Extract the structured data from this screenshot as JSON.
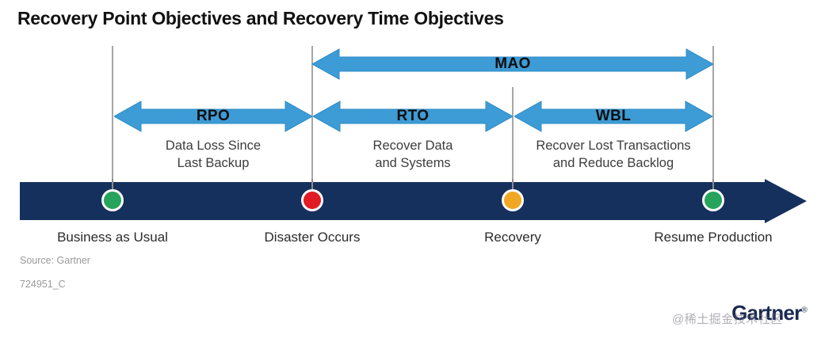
{
  "title": "Recovery Point Objectives and Recovery Time Objectives",
  "colors": {
    "arrow_blue": "#3d9bd5",
    "arrow_blue_edge": "#2f8cc6",
    "timeline_navy": "#15305c",
    "dot_green": "#27a35b",
    "dot_red": "#e01b24",
    "dot_orange": "#f0a824",
    "guide_gray": "#a6a6a6",
    "title_black": "#111111",
    "footnote_gray": "#9a9a9a",
    "logo_navy": "#1b2a52"
  },
  "bands": [
    {
      "key": "mao",
      "label": "MAO",
      "caption": "",
      "row": "upper"
    },
    {
      "key": "rpo",
      "label": "RPO",
      "caption_line1": "Data Loss Since",
      "caption_line2": "Last Backup",
      "row": "lower"
    },
    {
      "key": "rto",
      "label": "RTO",
      "caption_line1": "Recover Data",
      "caption_line2": "and Systems",
      "row": "lower"
    },
    {
      "key": "wbl",
      "label": "WBL",
      "caption_line1": "Recover Lost Transactions",
      "caption_line2": "and Reduce Backlog",
      "row": "lower"
    }
  ],
  "milestones": [
    {
      "key": "business-as-usual",
      "label": "Business as Usual",
      "dot_color": "#27a35b"
    },
    {
      "key": "disaster-occurs",
      "label": "Disaster Occurs",
      "dot_color": "#e01b24"
    },
    {
      "key": "recovery",
      "label": "Recovery",
      "dot_color": "#f0a824"
    },
    {
      "key": "resume-production",
      "label": "Resume Production",
      "dot_color": "#27a35b"
    }
  ],
  "footer": {
    "source": "Source: Gartner",
    "doc_id": "724951_C",
    "logo": "Gartner",
    "logo_mark": "®",
    "watermark": "@稀土掘金技术社区"
  }
}
